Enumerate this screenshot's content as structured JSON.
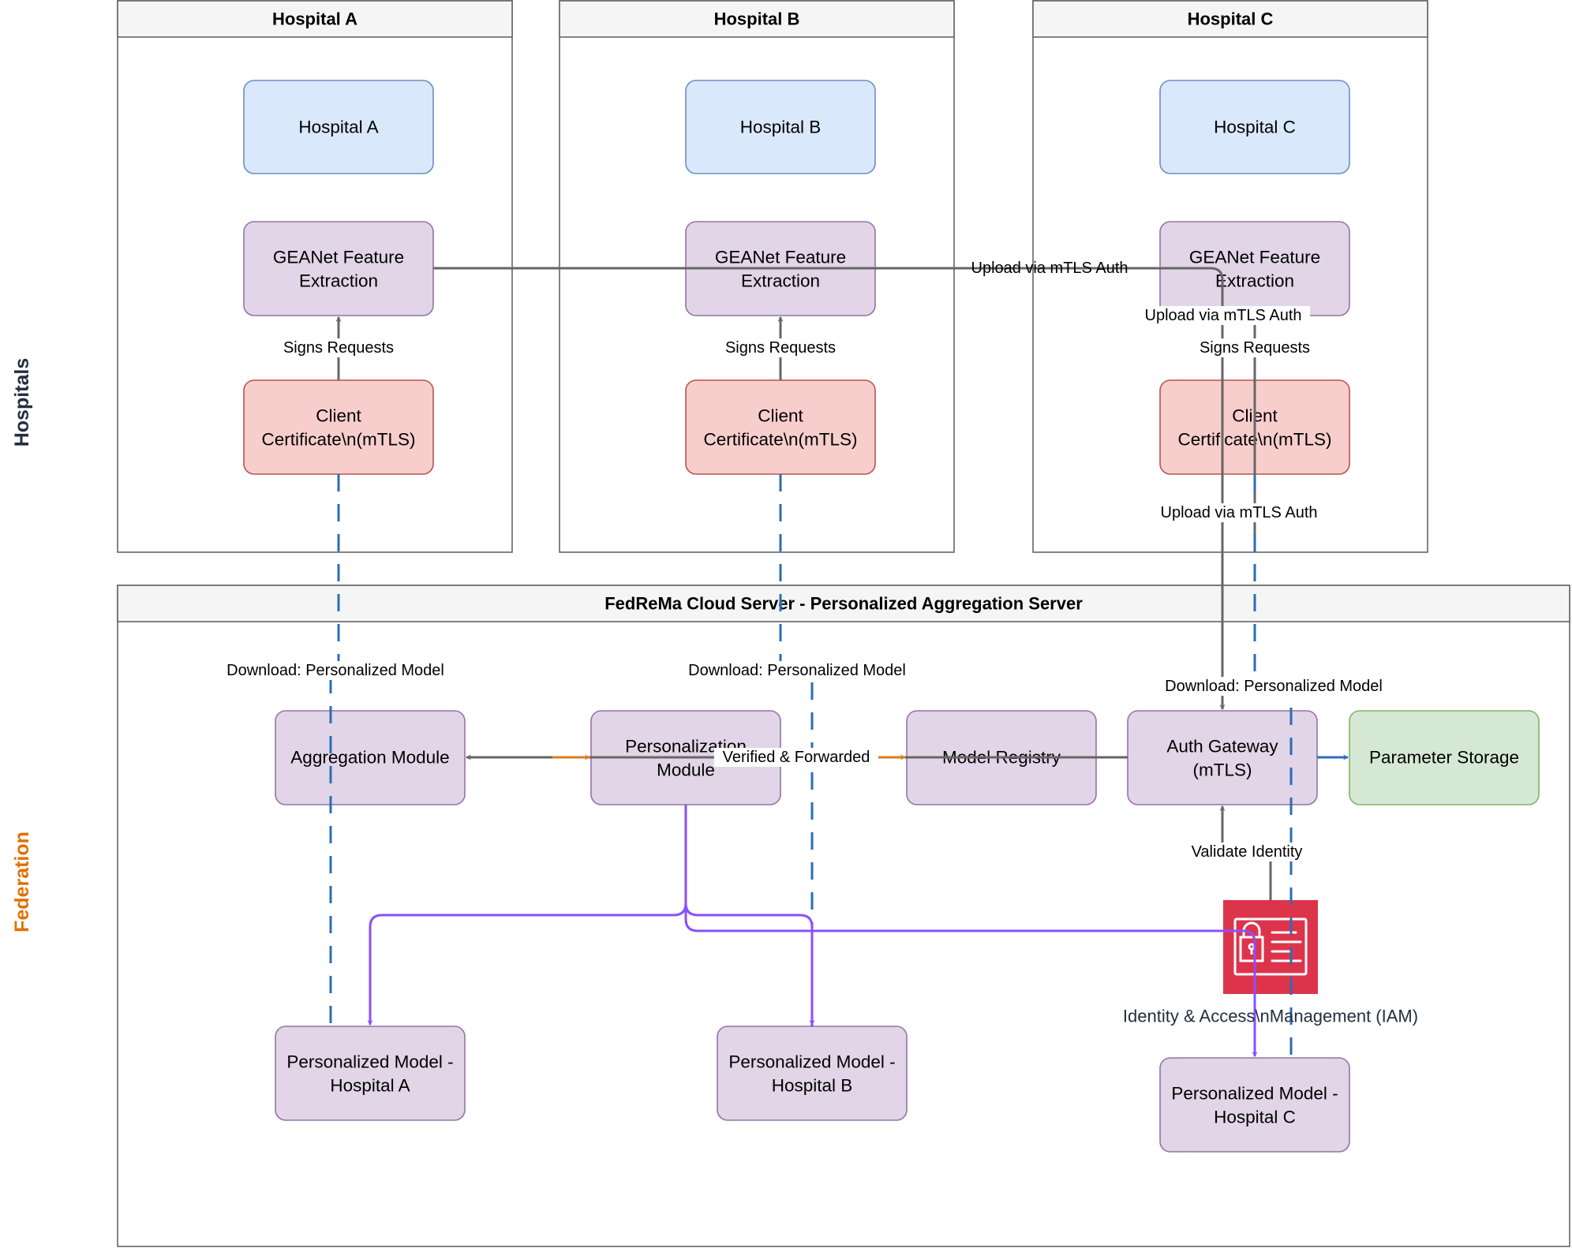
{
  "lanes": {
    "hospitals": "Hospitals",
    "federation": "Federation"
  },
  "colors": {
    "hospitals_lane": "#232f3e",
    "federation_lane": "#e07000",
    "grey_edge": "#666666",
    "blue_dashed_edge": "#2a6db5",
    "purple_edge": "#8a4fff",
    "orange_edge": "#e07b1a",
    "blue_node_fill": "#dae8fc",
    "blue_node_stroke": "#6c8ebf",
    "purple_node_fill": "#e1d5e7",
    "purple_node_stroke": "#9673a6",
    "red_node_fill": "#f8cecc",
    "red_node_stroke": "#b85450",
    "green_node_fill": "#d5e8d4",
    "green_node_stroke": "#82b366",
    "iam_icon": "#dd344c"
  },
  "containers": {
    "hospital_a": "Hospital A",
    "hospital_b": "Hospital B",
    "hospital_c": "Hospital C",
    "server": "FedReMa Cloud Server - Personalized Aggregation Server"
  },
  "nodes": {
    "hospital_a": [
      "Hospital A"
    ],
    "hospital_b": [
      "Hospital B"
    ],
    "hospital_c": [
      "Hospital C"
    ],
    "geanet_a": [
      "GEANet Feature",
      "Extraction"
    ],
    "geanet_b": [
      "GEANet Feature",
      "Extraction"
    ],
    "geanet_c": [
      "GEANet Feature",
      "Extraction"
    ],
    "cert_a": [
      "Client",
      "Certificate\\n(mTLS)"
    ],
    "cert_b": [
      "Client",
      "Certificate\\n(mTLS)"
    ],
    "cert_c": [
      "Client",
      "Certificate\\n(mTLS)"
    ],
    "aggregation": [
      "Aggregation Module"
    ],
    "personalization": [
      "Personalization",
      "Module"
    ],
    "registry": [
      "Model Registry"
    ],
    "auth_gateway": [
      "Auth Gateway",
      "(mTLS)"
    ],
    "parameter_storage": [
      "Parameter Storage"
    ],
    "pm_a": [
      "Personalized Model -",
      "Hospital A"
    ],
    "pm_b": [
      "Personalized Model -",
      "Hospital B"
    ],
    "pm_c": [
      "Personalized Model -",
      "Hospital C"
    ]
  },
  "iam": {
    "icon": "identity-access-management-icon",
    "caption": "Identity & Access\\nManagement (IAM)"
  },
  "edge_labels": {
    "signs_a": "Signs Requests",
    "signs_b": "Signs Requests",
    "signs_c": "Signs Requests",
    "upload_top": "Upload via mTLS Auth",
    "upload_mid": "Upload via mTLS Auth",
    "upload_low": "Upload via mTLS Auth",
    "download_a": "Download: Personalized Model",
    "download_b": "Download: Personalized Model",
    "download_c": "Download: Personalized Model",
    "verified": "Verified & Forwarded",
    "validate": "Validate Identity"
  }
}
